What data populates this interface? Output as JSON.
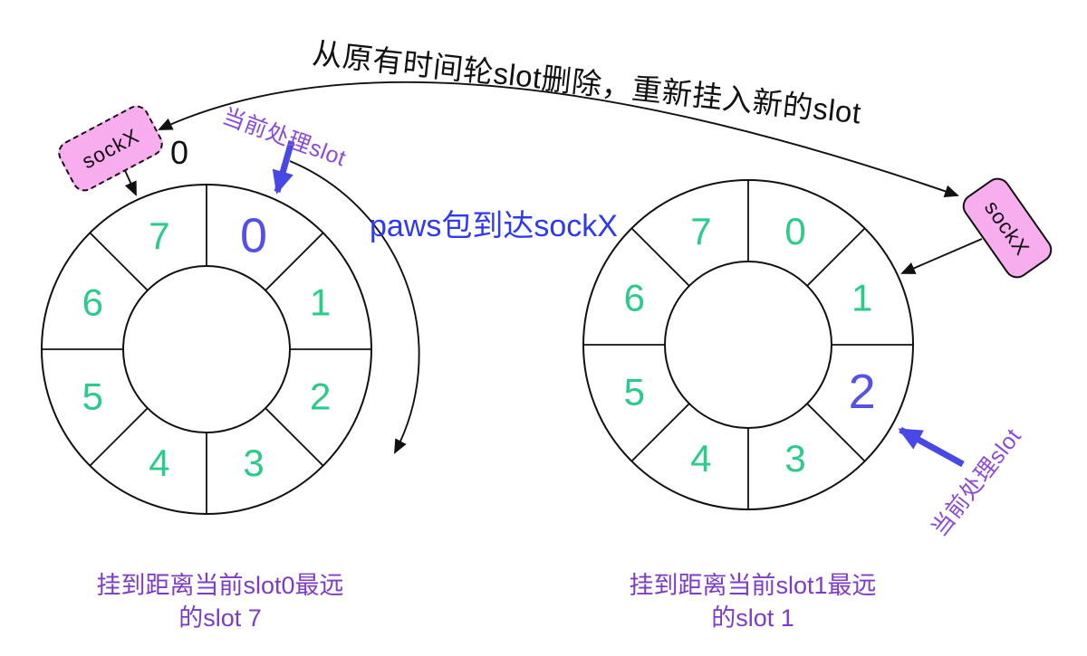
{
  "title": "从原有时间轮slot删除，重新挂入新的slot",
  "annotations": {
    "paws": "paws包到达sockX",
    "left_current_slot": "当前处理slot",
    "right_current_slot": "当前处理slot",
    "left_counter": "0"
  },
  "sock_left": {
    "label": "sockX"
  },
  "sock_right": {
    "label": "sockX"
  },
  "captions": {
    "left": {
      "line1": "挂到距离当前slot0最远",
      "line2": "的slot 7"
    },
    "right": {
      "line1": "挂到距离当前slot1最远",
      "line2": "的slot 1"
    }
  },
  "wheels": {
    "left": {
      "slots": [
        {
          "label": "0",
          "highlight": true
        },
        {
          "label": "1",
          "highlight": false
        },
        {
          "label": "2",
          "highlight": false
        },
        {
          "label": "3",
          "highlight": false
        },
        {
          "label": "4",
          "highlight": false
        },
        {
          "label": "5",
          "highlight": false
        },
        {
          "label": "6",
          "highlight": false
        },
        {
          "label": "7",
          "highlight": false
        }
      ]
    },
    "right": {
      "slots": [
        {
          "label": "0",
          "highlight": false
        },
        {
          "label": "1",
          "highlight": false
        },
        {
          "label": "2",
          "highlight": true
        },
        {
          "label": "3",
          "highlight": false
        },
        {
          "label": "4",
          "highlight": false
        },
        {
          "label": "5",
          "highlight": false
        },
        {
          "label": "6",
          "highlight": false
        },
        {
          "label": "7",
          "highlight": false
        }
      ]
    }
  },
  "colors": {
    "ink": "#111111",
    "green": "#2BCB8A",
    "highlight": "#5551E8",
    "arrow_blue": "#4848E6",
    "paws_blue": "#2D3AF2",
    "label_purple": "#8A4BD9",
    "caption_purple": "#7C3CC8",
    "pink": "#F8ADEF"
  }
}
